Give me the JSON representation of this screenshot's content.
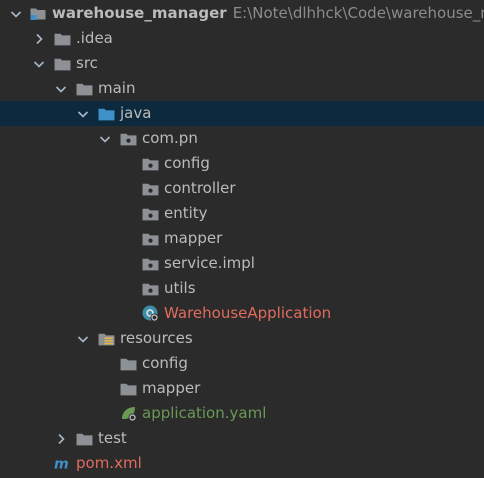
{
  "project": {
    "name": "warehouse_manager",
    "path": "E:\\Note\\dlhhck\\Code\\warehouse_m"
  },
  "nodes": {
    "idea": ".idea",
    "src": "src",
    "main": "main",
    "java": "java",
    "package": "com.pn",
    "config": "config",
    "controller": "controller",
    "entity": "entity",
    "mapper": "mapper",
    "service_impl": "service.impl",
    "utils": "utils",
    "app_class": "WarehouseApplication",
    "resources": "resources",
    "res_config": "config",
    "res_mapper": "mapper",
    "app_yaml": "application.yaml",
    "test": "test",
    "pom": "pom.xml"
  },
  "colors": {
    "background": "#2b2b2b",
    "selection": "#0d293e",
    "folder": "#8d9195",
    "java_folder": "#3d91c8",
    "error_text": "#e06c5e",
    "modified_text": "#6a9955"
  },
  "icons": {
    "project": "project-folder-icon",
    "folder": "folder-icon",
    "source_root": "source-root-folder-icon",
    "package": "package-icon",
    "spring_boot": "spring-boot-class-icon",
    "resources_root": "resources-root-folder-icon",
    "spring_yaml": "spring-config-icon",
    "maven": "maven-icon"
  }
}
